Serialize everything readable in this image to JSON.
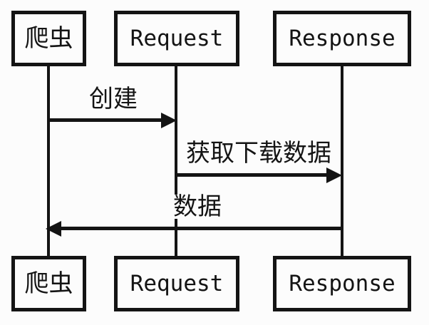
{
  "colors": {
    "ink": "#141414",
    "background": "#fcfcfc"
  },
  "diagram": {
    "type": "sequence",
    "actors": [
      {
        "id": "crawler",
        "label": "爬虫"
      },
      {
        "id": "request",
        "label": "Request"
      },
      {
        "id": "response",
        "label": "Response"
      }
    ],
    "messages": [
      {
        "label": "创建",
        "from": "爬虫",
        "to": "Request",
        "direction": "right"
      },
      {
        "label": "获取下载数据",
        "from": "Request",
        "to": "Response",
        "direction": "right"
      },
      {
        "label": "数据",
        "from": "Response",
        "to": "爬虫",
        "direction": "left"
      }
    ]
  }
}
